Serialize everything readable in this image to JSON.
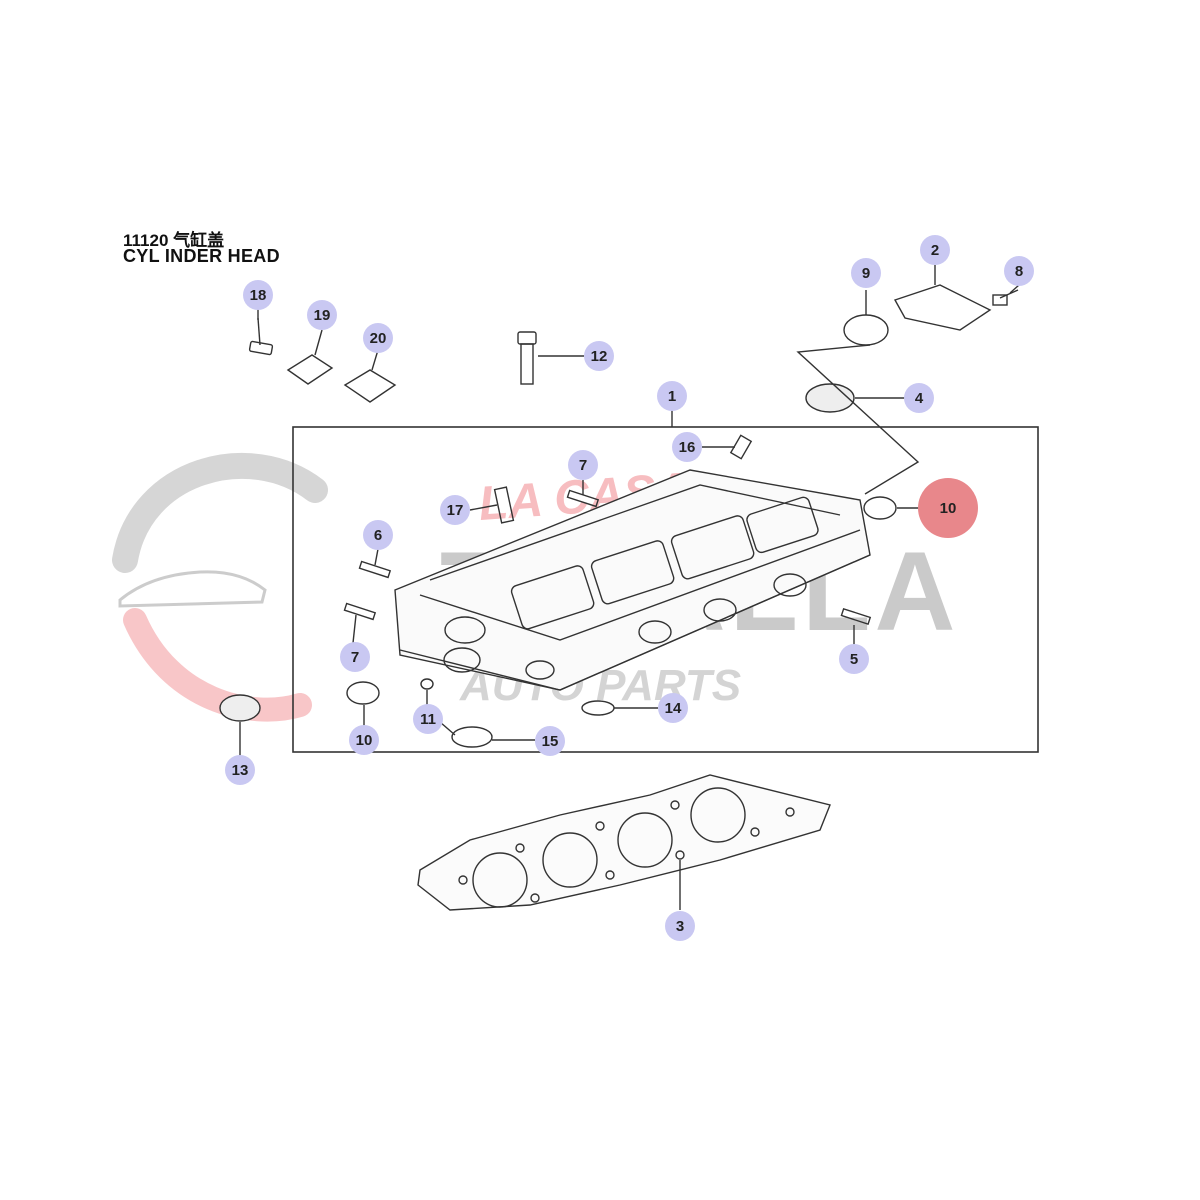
{
  "title": {
    "code": "11120 气缸盖",
    "name": "CYL INDER HEAD"
  },
  "watermark": {
    "brand_top": "LA CASA",
    "brand_main": "TATALLA",
    "brand_sub": "AUTO PARTS"
  },
  "colors": {
    "callout_fill": "#c9c8f2",
    "callout_highlight": "#e8878b",
    "line": "#333333",
    "watermark_gray": "#bdbdbd",
    "watermark_red": "#f4a0a5"
  },
  "callouts": [
    {
      "id": "1",
      "label": "1",
      "highlight": false
    },
    {
      "id": "2",
      "label": "2",
      "highlight": false
    },
    {
      "id": "3",
      "label": "3",
      "highlight": false
    },
    {
      "id": "4",
      "label": "4",
      "highlight": false
    },
    {
      "id": "5",
      "label": "5",
      "highlight": false
    },
    {
      "id": "6",
      "label": "6",
      "highlight": false
    },
    {
      "id": "7a",
      "label": "7",
      "highlight": false
    },
    {
      "id": "7b",
      "label": "7",
      "highlight": false
    },
    {
      "id": "8",
      "label": "8",
      "highlight": false
    },
    {
      "id": "9",
      "label": "9",
      "highlight": false
    },
    {
      "id": "10a",
      "label": "10",
      "highlight": true
    },
    {
      "id": "10b",
      "label": "10",
      "highlight": false
    },
    {
      "id": "11",
      "label": "11",
      "highlight": false
    },
    {
      "id": "12",
      "label": "12",
      "highlight": false
    },
    {
      "id": "13",
      "label": "13",
      "highlight": false
    },
    {
      "id": "14",
      "label": "14",
      "highlight": false
    },
    {
      "id": "15",
      "label": "15",
      "highlight": false
    },
    {
      "id": "16",
      "label": "16",
      "highlight": false
    },
    {
      "id": "17",
      "label": "17",
      "highlight": false
    },
    {
      "id": "18",
      "label": "18",
      "highlight": false
    },
    {
      "id": "19",
      "label": "19",
      "highlight": false
    },
    {
      "id": "20",
      "label": "20",
      "highlight": false
    }
  ]
}
